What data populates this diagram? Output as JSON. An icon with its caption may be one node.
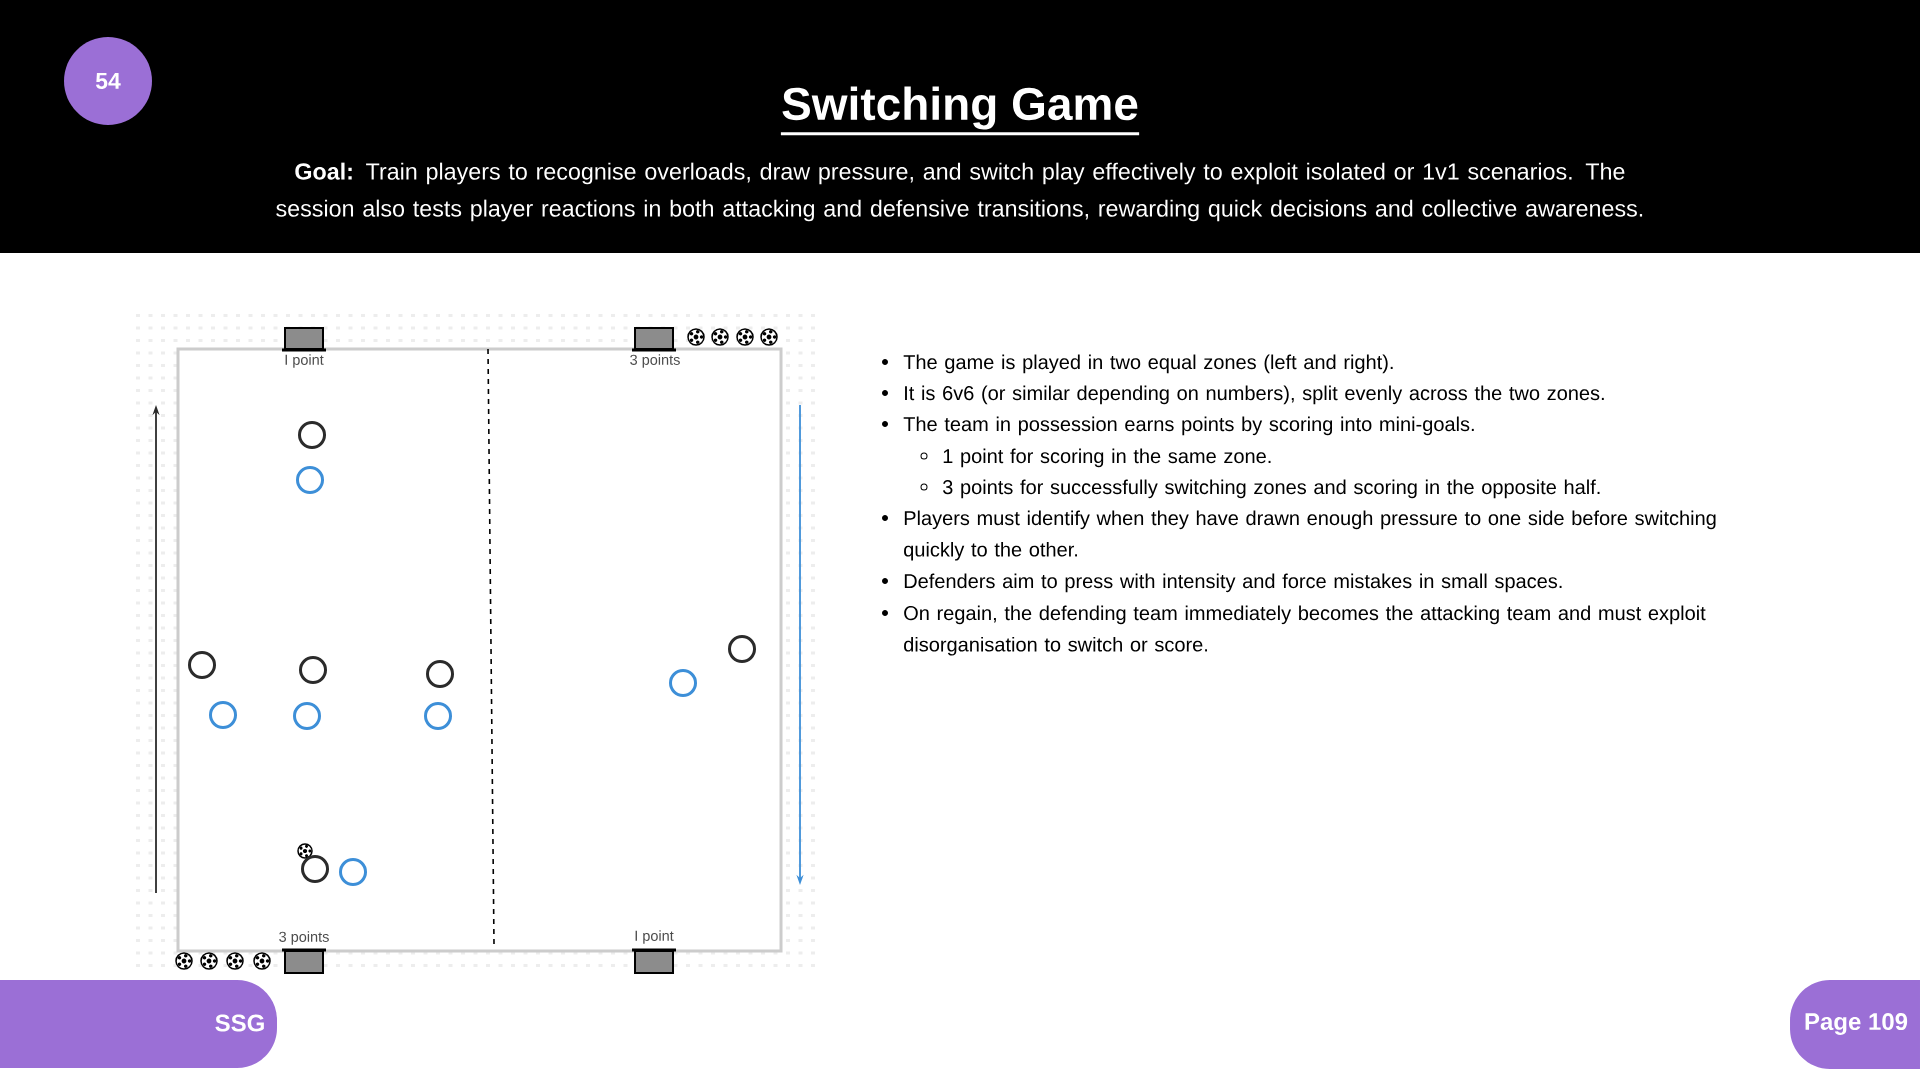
{
  "diagram": {
    "title": "Switching Game",
    "nodes": [
      {
        "text": [
          "54"
        ]
      },
      {
        "text": [
          "SSG"
        ]
      },
      {
        "text": [
          "Page 109"
        ]
      }
    ],
    "labels": [
      "**Goal:** Train players to recognise overloads, draw pressure, and switch play effectively to exploit isolated or 1v1 scenarios. The session also tests player reactions in both attacking and defensive transitions, rewarding quick decisions and collective awareness.",
      "I point",
      "3 points",
      "3 points",
      "I point",
      "The game is played in two equal zones (left and right).",
      "It is 6v6 (or similar depending on numbers), split evenly across the two zones.",
      "The team in possession earns points by scoring into mini-goals.",
      "1 point for scoring in the same zone.",
      "3 points for successfully switching zones and scoring in the opposite half.",
      "Players must identify when they have drawn enough pressure to one side before switching quickly to the other.",
      "Defenders aim to press with intensity and force mistakes in small spaces.",
      "On regain, the defending team immediately becomes the attacking team and must exploit disorganisation to switch or score."
    ]
  }
}
